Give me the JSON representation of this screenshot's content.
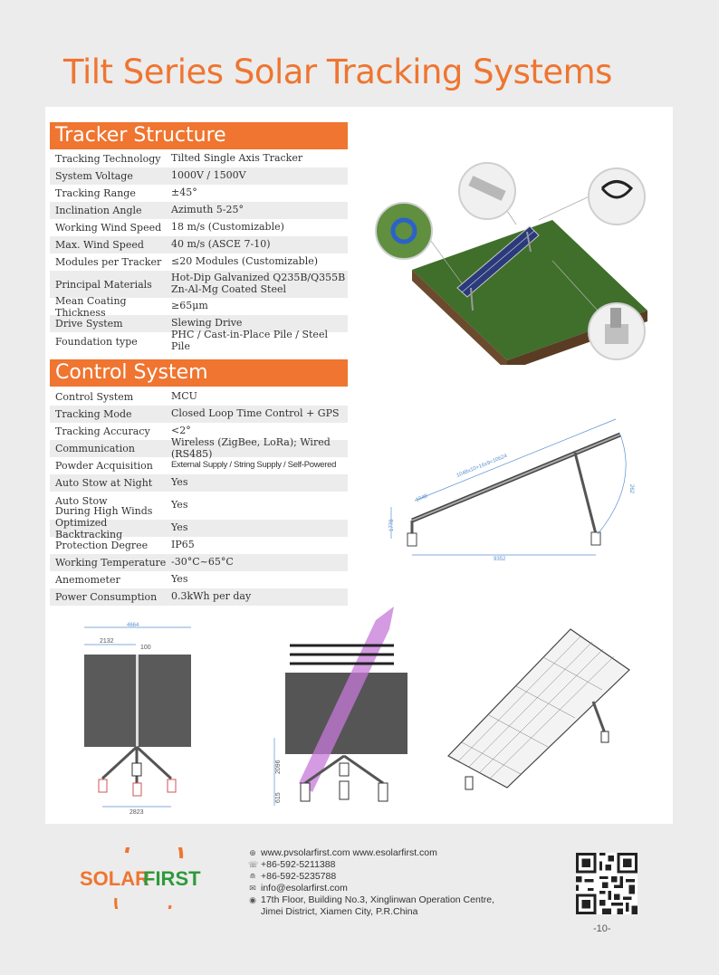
{
  "title": "Tilt Series Solar Tracking Systems",
  "tracker_structure": {
    "heading": "Tracker Structure",
    "rows": [
      {
        "k": "Tracking Technology",
        "v": "Tilted Single Axis Tracker"
      },
      {
        "k": "System Voltage",
        "v": "1000V / 1500V"
      },
      {
        "k": "Tracking Range",
        "v": "±45°"
      },
      {
        "k": "Inclination Angle",
        "v": "Azimuth 5-25°"
      },
      {
        "k": "Working Wind Speed",
        "v": "18 m/s (Customizable)"
      },
      {
        "k": "Max. Wind Speed",
        "v": "40 m/s (ASCE 7-10)"
      },
      {
        "k": "Modules per Tracker",
        "v": "≤20 Modules (Customizable)"
      },
      {
        "k": "Principal Materials",
        "v": "Hot-Dip Galvanized Q235B/Q355B",
        "v2": "Zn-Al-Mg Coated Steel"
      },
      {
        "k": "Mean Coating Thickness",
        "v": "≥65μm"
      },
      {
        "k": "Drive System",
        "v": "Slewing Drive"
      },
      {
        "k": "Foundation type",
        "v": "PHC / Cast-in-Place Pile / Steel Pile"
      }
    ]
  },
  "control_system": {
    "heading": "Control System",
    "rows": [
      {
        "k": "Control System",
        "v": "MCU"
      },
      {
        "k": "Tracking Mode",
        "v": "Closed Loop Time Control + GPS"
      },
      {
        "k": "Tracking Accuracy",
        "v": "<2°"
      },
      {
        "k": "Communication",
        "v": "Wireless (ZigBee, LoRa); Wired (RS485)"
      },
      {
        "k": "Powder Acquisition",
        "v": "External Supply / String Supply / Self-Powered"
      },
      {
        "k": "Auto Stow at Night",
        "v": "Yes"
      },
      {
        "k": "Auto Stow",
        "k2": "During High Winds",
        "v": "Yes"
      },
      {
        "k": "Optimized Backtracking",
        "v": "Yes"
      },
      {
        "k": "Protection Degree",
        "v": "IP65"
      },
      {
        "k": "Working Temperature",
        "v": "-30°C~65°C"
      },
      {
        "k": "Anemometer",
        "v": "Yes"
      },
      {
        "k": "Power Consumption",
        "v": "0.3kWh per day"
      }
    ]
  },
  "drawings": {
    "side_span": "1048x10+16x9=10624",
    "side_module": "1048",
    "side_height_left": "1778",
    "side_height_right": "262",
    "side_length": "9352",
    "front_top": "4664",
    "front_half": "2132",
    "front_gap": "100",
    "front_base": "2823",
    "tilt_h1": "2096",
    "tilt_h2": "615"
  },
  "footer": {
    "logo_solar": "SOLAR",
    "logo_first": "FIRST",
    "web": "www.pvsolarfirst.com    www.esolarfirst.com",
    "tel": "+86-592-5211388",
    "fax": "+86-592-5235788",
    "email": "info@esolarfirst.com",
    "addr1": "17th Floor, Building No.3, Xinglinwan Operation Centre,",
    "addr2": "Jimei District, Xiamen City, P.R.China",
    "page": "-10-"
  },
  "colors": {
    "accent": "#ef7530",
    "logo_green": "#2e9a3c"
  }
}
